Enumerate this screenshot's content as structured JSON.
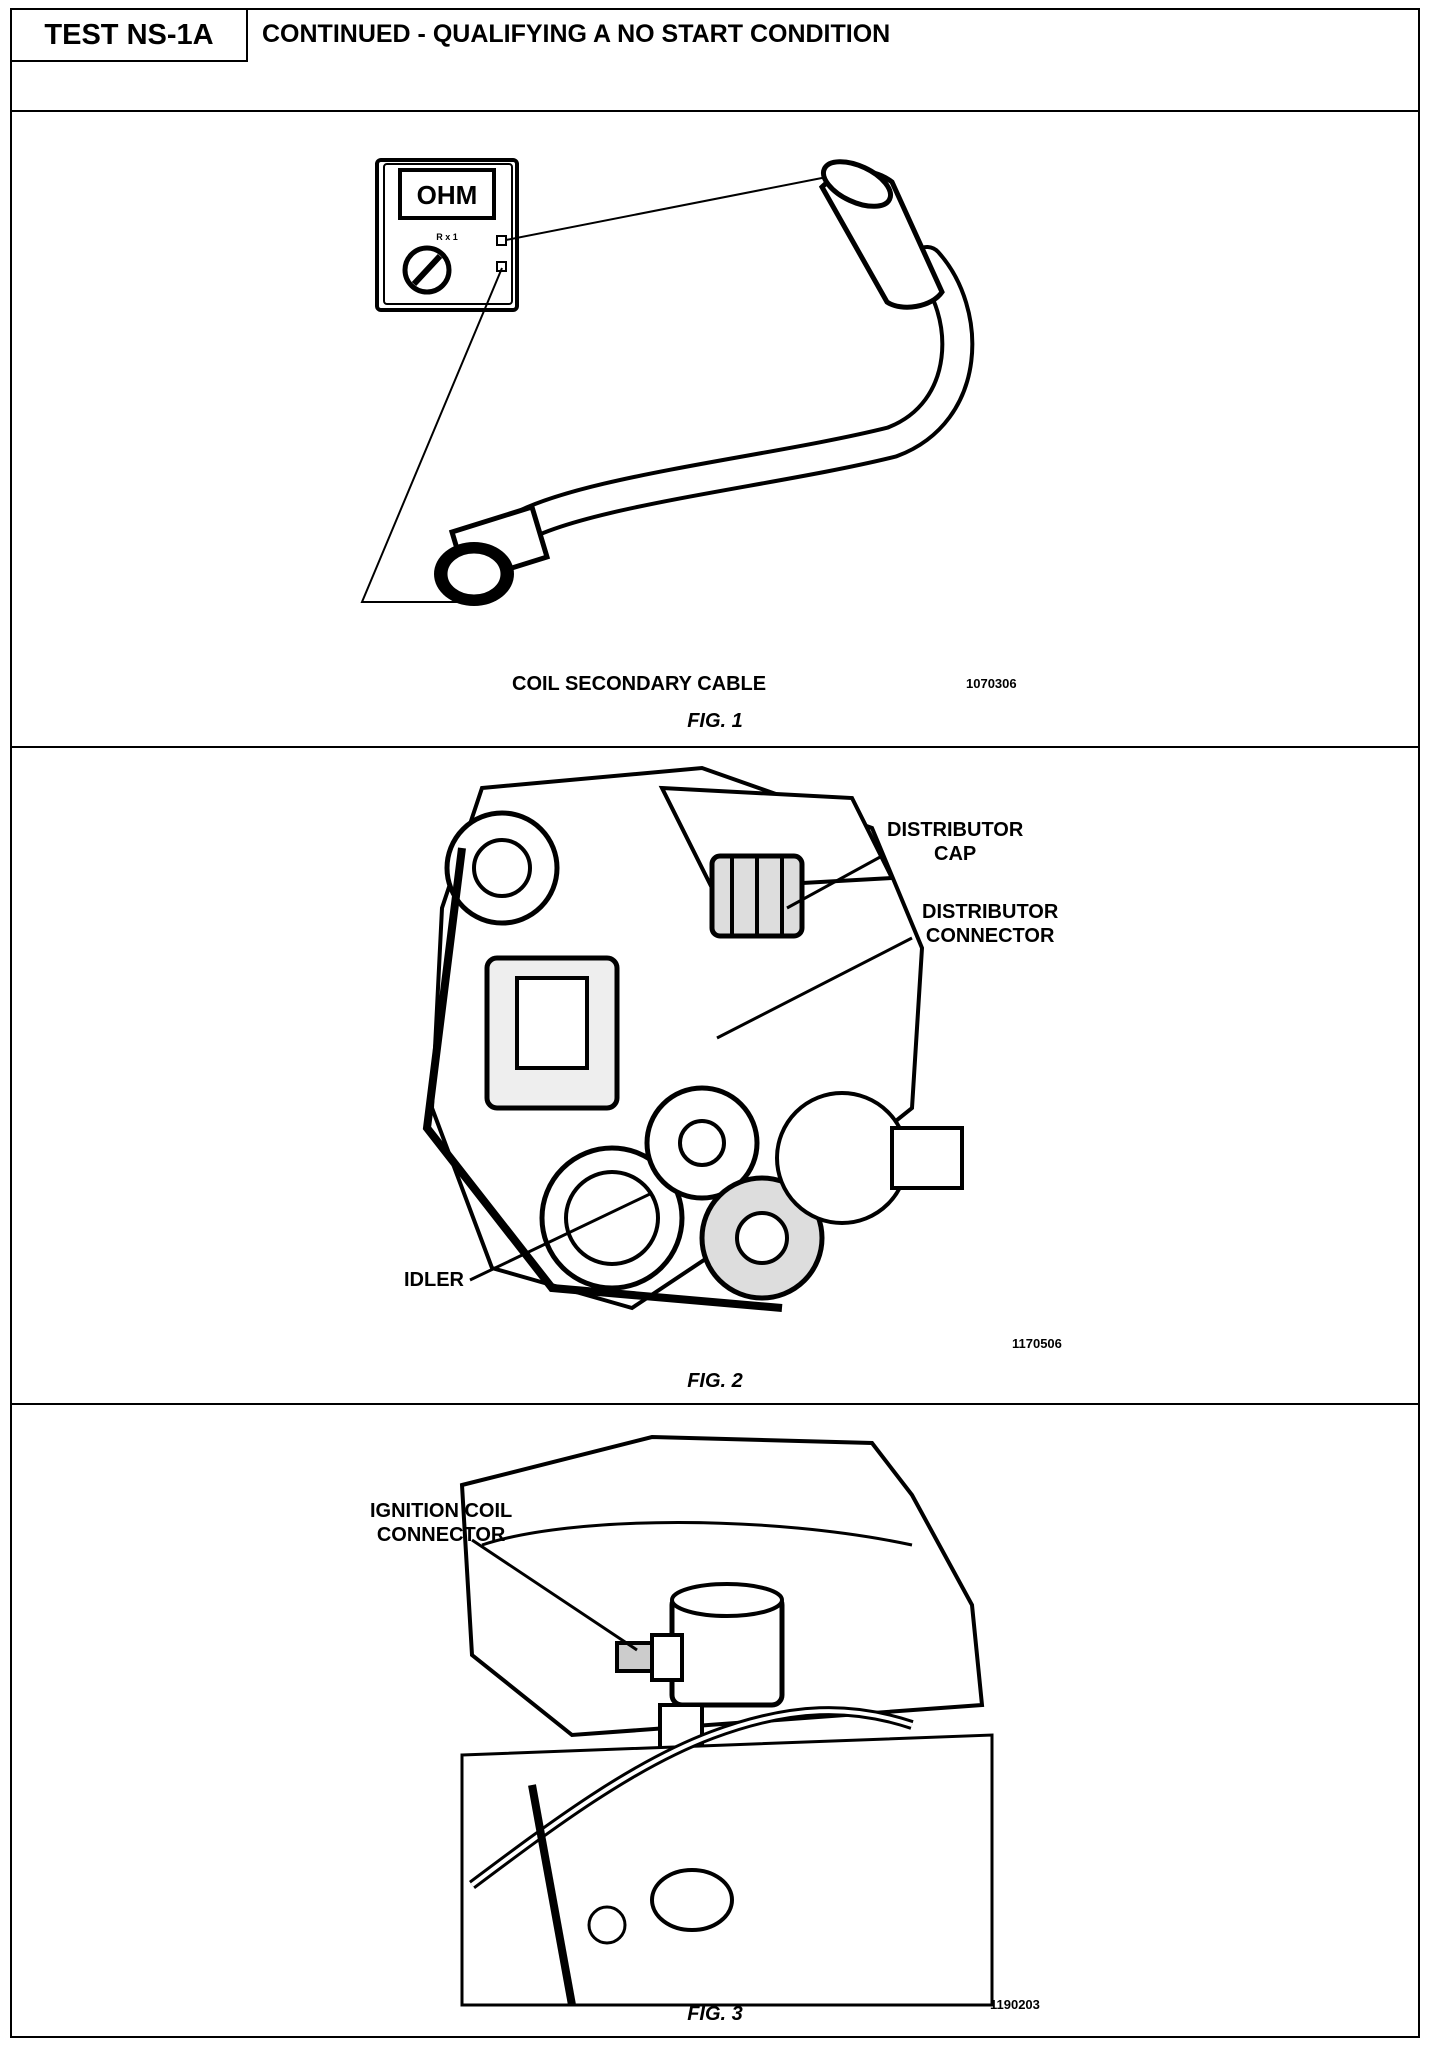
{
  "header": {
    "test_id": "TEST NS-1A",
    "title": "CONTINUED - QUALIFYING A NO START CONDITION"
  },
  "fig1": {
    "meter_display": "OHM",
    "meter_switch_label": "R x 1",
    "caption": "COIL SECONDARY CABLE",
    "part_number": "1070306",
    "label": "FIG. 1"
  },
  "fig2": {
    "callout_cap": "DISTRIBUTOR\nCAP",
    "callout_connector": "DISTRIBUTOR\nCONNECTOR",
    "callout_idler": "IDLER",
    "part_number": "1170506",
    "label": "FIG. 2"
  },
  "fig3": {
    "callout_coil": "IGNITION COIL\nCONNECTOR",
    "part_number": "1190203",
    "label": "FIG. 3"
  }
}
